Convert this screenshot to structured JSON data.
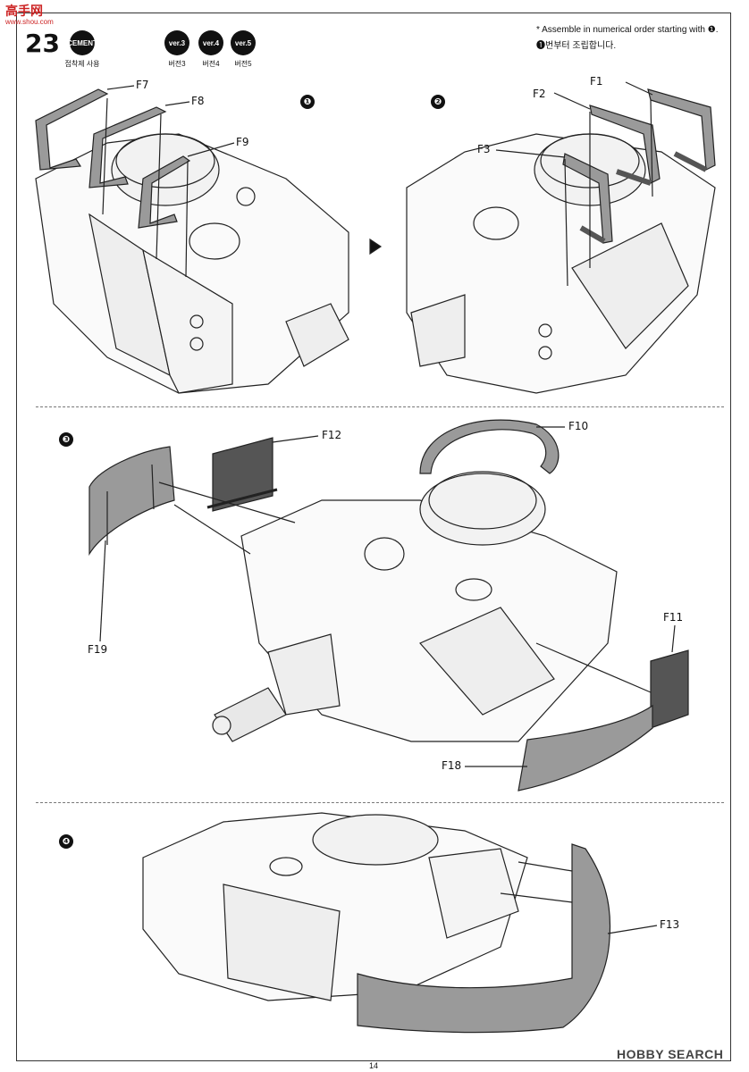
{
  "watermark": {
    "top": "高手网",
    "url": "www.shou.com"
  },
  "header": {
    "step_number": "23",
    "cement_label": "CEMENT",
    "cement_caption": "접착제 사용",
    "versions": [
      {
        "badge": "ver.3",
        "caption": "버전3"
      },
      {
        "badge": "ver.4",
        "caption": "버전4"
      },
      {
        "badge": "ver.5",
        "caption": "버전5"
      }
    ],
    "note_en": "* Assemble in numerical order starting with ❶.",
    "note_ko": "❶번부터 조립합니다."
  },
  "steps": [
    "❶",
    "❷",
    "❸",
    "❹"
  ],
  "callouts": {
    "s1": [
      "F7",
      "F8",
      "F9"
    ],
    "s2": [
      "F1",
      "F2",
      "F3"
    ],
    "s3": [
      "F12",
      "F10",
      "F19",
      "F11",
      "F18"
    ],
    "s4": [
      "F13"
    ]
  },
  "colors": {
    "part_fill": "#9a9a9a",
    "line": "#222222",
    "dark_part": "#555555"
  },
  "footer": {
    "page_number": "14",
    "brand": "HOBBY SEARCH"
  }
}
